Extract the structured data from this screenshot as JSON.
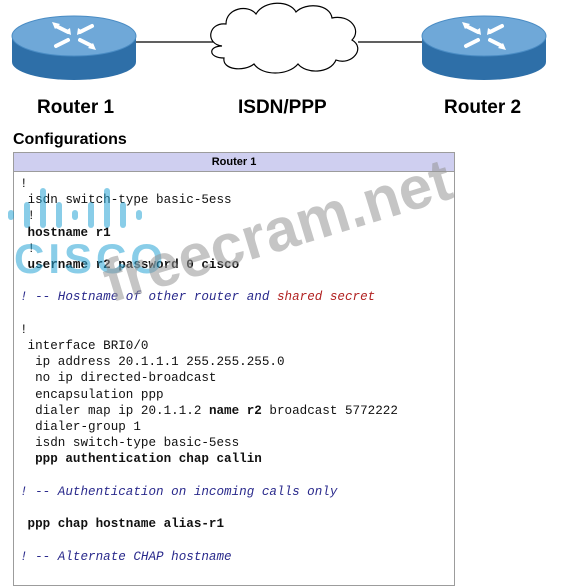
{
  "diagram": {
    "nodes": [
      {
        "id": "router1",
        "label": "Router 1"
      },
      {
        "id": "cloud",
        "label": "ISDN/PPP"
      },
      {
        "id": "router2",
        "label": "Router 2"
      }
    ],
    "colors": {
      "router_top": "#6fa8d8",
      "router_side": "#2e6fa8",
      "cloud": "#ffffff"
    }
  },
  "section_title": "Configurations",
  "config": {
    "header": "Router 1",
    "lines": [
      {
        "text": "!",
        "style": "normal"
      },
      {
        "text": " isdn switch-type basic-5ess",
        "style": "normal"
      },
      {
        "text": " !",
        "style": "normal"
      },
      {
        "text": " hostname r1",
        "style": "bold"
      },
      {
        "text": " !",
        "style": "normal"
      },
      {
        "text": " username r2 password 0 cisco",
        "style": "bold"
      },
      {
        "text": "",
        "style": "normal"
      },
      {
        "text": "! -- Hostname of other router and ",
        "red": "shared secret",
        "style": "comment"
      },
      {
        "text": "",
        "style": "normal"
      },
      {
        "text": "!",
        "style": "normal"
      },
      {
        "text": " interface BRI0/0",
        "style": "normal"
      },
      {
        "text": "  ip address 20.1.1.1 255.255.255.0",
        "style": "normal"
      },
      {
        "text": "  no ip directed-broadcast",
        "style": "normal"
      },
      {
        "text": "  encapsulation ppp",
        "style": "normal"
      },
      {
        "text": "  dialer map ip 20.1.1.2 name r2 broadcast 5772222",
        "style": "mixed"
      },
      {
        "text": "  dialer-group 1",
        "style": "normal"
      },
      {
        "text": "  isdn switch-type basic-5ess",
        "style": "normal"
      },
      {
        "text": "  ppp authentication chap callin",
        "style": "bold"
      },
      {
        "text": "",
        "style": "normal"
      },
      {
        "text": "! -- Authentication on incoming calls only",
        "style": "comment"
      },
      {
        "text": "",
        "style": "normal"
      },
      {
        "text": " ppp chap hostname alias-r1",
        "style": "bold"
      },
      {
        "text": "",
        "style": "normal"
      },
      {
        "text": "! -- Alternate CHAP hostname",
        "style": "comment"
      }
    ]
  },
  "watermark": {
    "text": "freecram.net",
    "logo_text": "CISCO"
  }
}
